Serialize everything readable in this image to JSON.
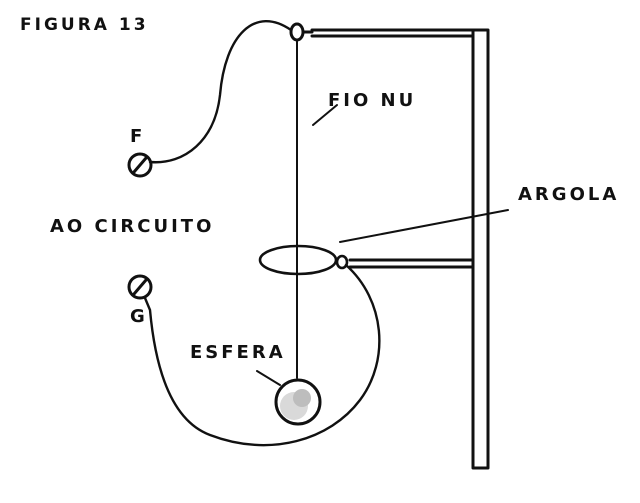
{
  "figure": {
    "title": "FIGURA 13",
    "labels": {
      "fio_nu": "FIO NU",
      "argola": "ARGOLA",
      "ao_circuito": "AO CIRCUITO",
      "terminal_f": "F",
      "terminal_g": "G",
      "esfera": "ESFERA"
    }
  },
  "colors": {
    "ink": "#111111",
    "background": "#ffffff"
  }
}
